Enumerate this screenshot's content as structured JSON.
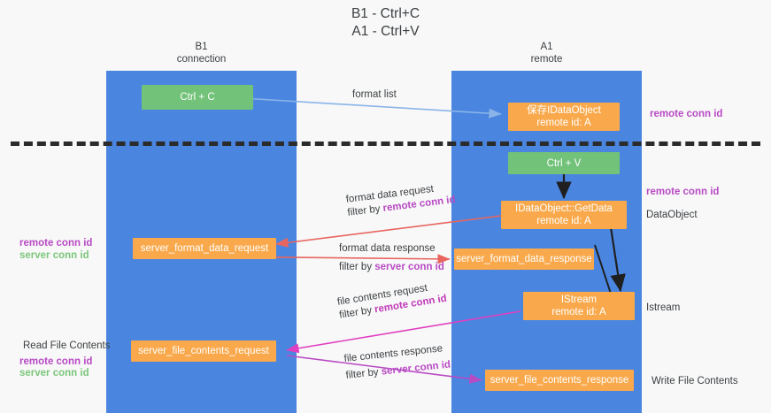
{
  "title": {
    "line1": "B1 - Ctrl+C",
    "line2": "A1 - Ctrl+V"
  },
  "lanes": [
    {
      "id": "b1",
      "name": "B1",
      "sub": "connection",
      "color": "#4a86e0"
    },
    {
      "id": "a1",
      "name": "A1",
      "sub": "remote",
      "color": "#4a86e0"
    }
  ],
  "nodes": {
    "ctrl_c": {
      "label": "Ctrl + C",
      "color": "#72c279"
    },
    "ctrl_v": {
      "label": "Ctrl + V",
      "color": "#72c279"
    },
    "idataobject_save": {
      "line1": "保存IDataObject",
      "line2": "remote id: A",
      "color": "#f9a94c"
    },
    "getdata": {
      "line1": "IDataObject::GetData",
      "line2": "remote id: A",
      "color": "#f9a94c"
    },
    "istream": {
      "line1": "IStream",
      "line2": "remote id: A",
      "color": "#f9a94c"
    },
    "server_format_data_request": {
      "label": "server_format_data_request",
      "color": "#f9a94c"
    },
    "server_format_data_response": {
      "label": "server_format_data_response",
      "color": "#f9a94c"
    },
    "server_file_contents_request": {
      "label": "server_file_contents_request",
      "color": "#f9a94c"
    },
    "server_file_contents_response": {
      "label": "server_file_contents_response",
      "color": "#f9a94c"
    }
  },
  "edges": {
    "format_list": {
      "label": "format list",
      "color": "#8ab4e8"
    },
    "format_data_request": {
      "line1": "format data request",
      "line2_prefix": "filter by ",
      "line2_key": "remote conn id",
      "color": "#e8655f"
    },
    "format_data_response": {
      "line1": "format data response",
      "line2_prefix": "filter by ",
      "line2_key": "server conn id",
      "color": "#e8655f"
    },
    "file_contents_request": {
      "line1": "file contents request",
      "line2_prefix": "filter by ",
      "line2_key": "remote conn id",
      "color": "#e040c0"
    },
    "file_contents_response": {
      "line1": "file contents response",
      "line2_prefix": "filter by ",
      "line2_key": "server conn id",
      "color": "#b84ac4"
    }
  },
  "right_notes": {
    "remote_conn_id_top": "remote conn id",
    "remote_conn_id_mid": "remote conn id",
    "dataobject": "DataObject",
    "istream": "Istream",
    "write_file_contents": "Write File Contents"
  },
  "left_notes": {
    "remote_conn_id_mid": "remote conn id",
    "server_conn_id_mid": "server conn id",
    "read_file_contents": "Read File Contents",
    "remote_conn_id_bottom": "remote conn id",
    "server_conn_id_bottom": "server conn id"
  },
  "colors": {
    "lane": "#4a86e0",
    "green_node": "#72c279",
    "orange_node": "#f9a94c",
    "purple_text": "#b84ac4",
    "green_text": "#7bc67b",
    "red_arrow": "#e8655f",
    "blue_arrow": "#8ab4e8",
    "magenta_arrow": "#e040c0",
    "divider": "#2b2b2b",
    "background": "#f8f8f8"
  }
}
